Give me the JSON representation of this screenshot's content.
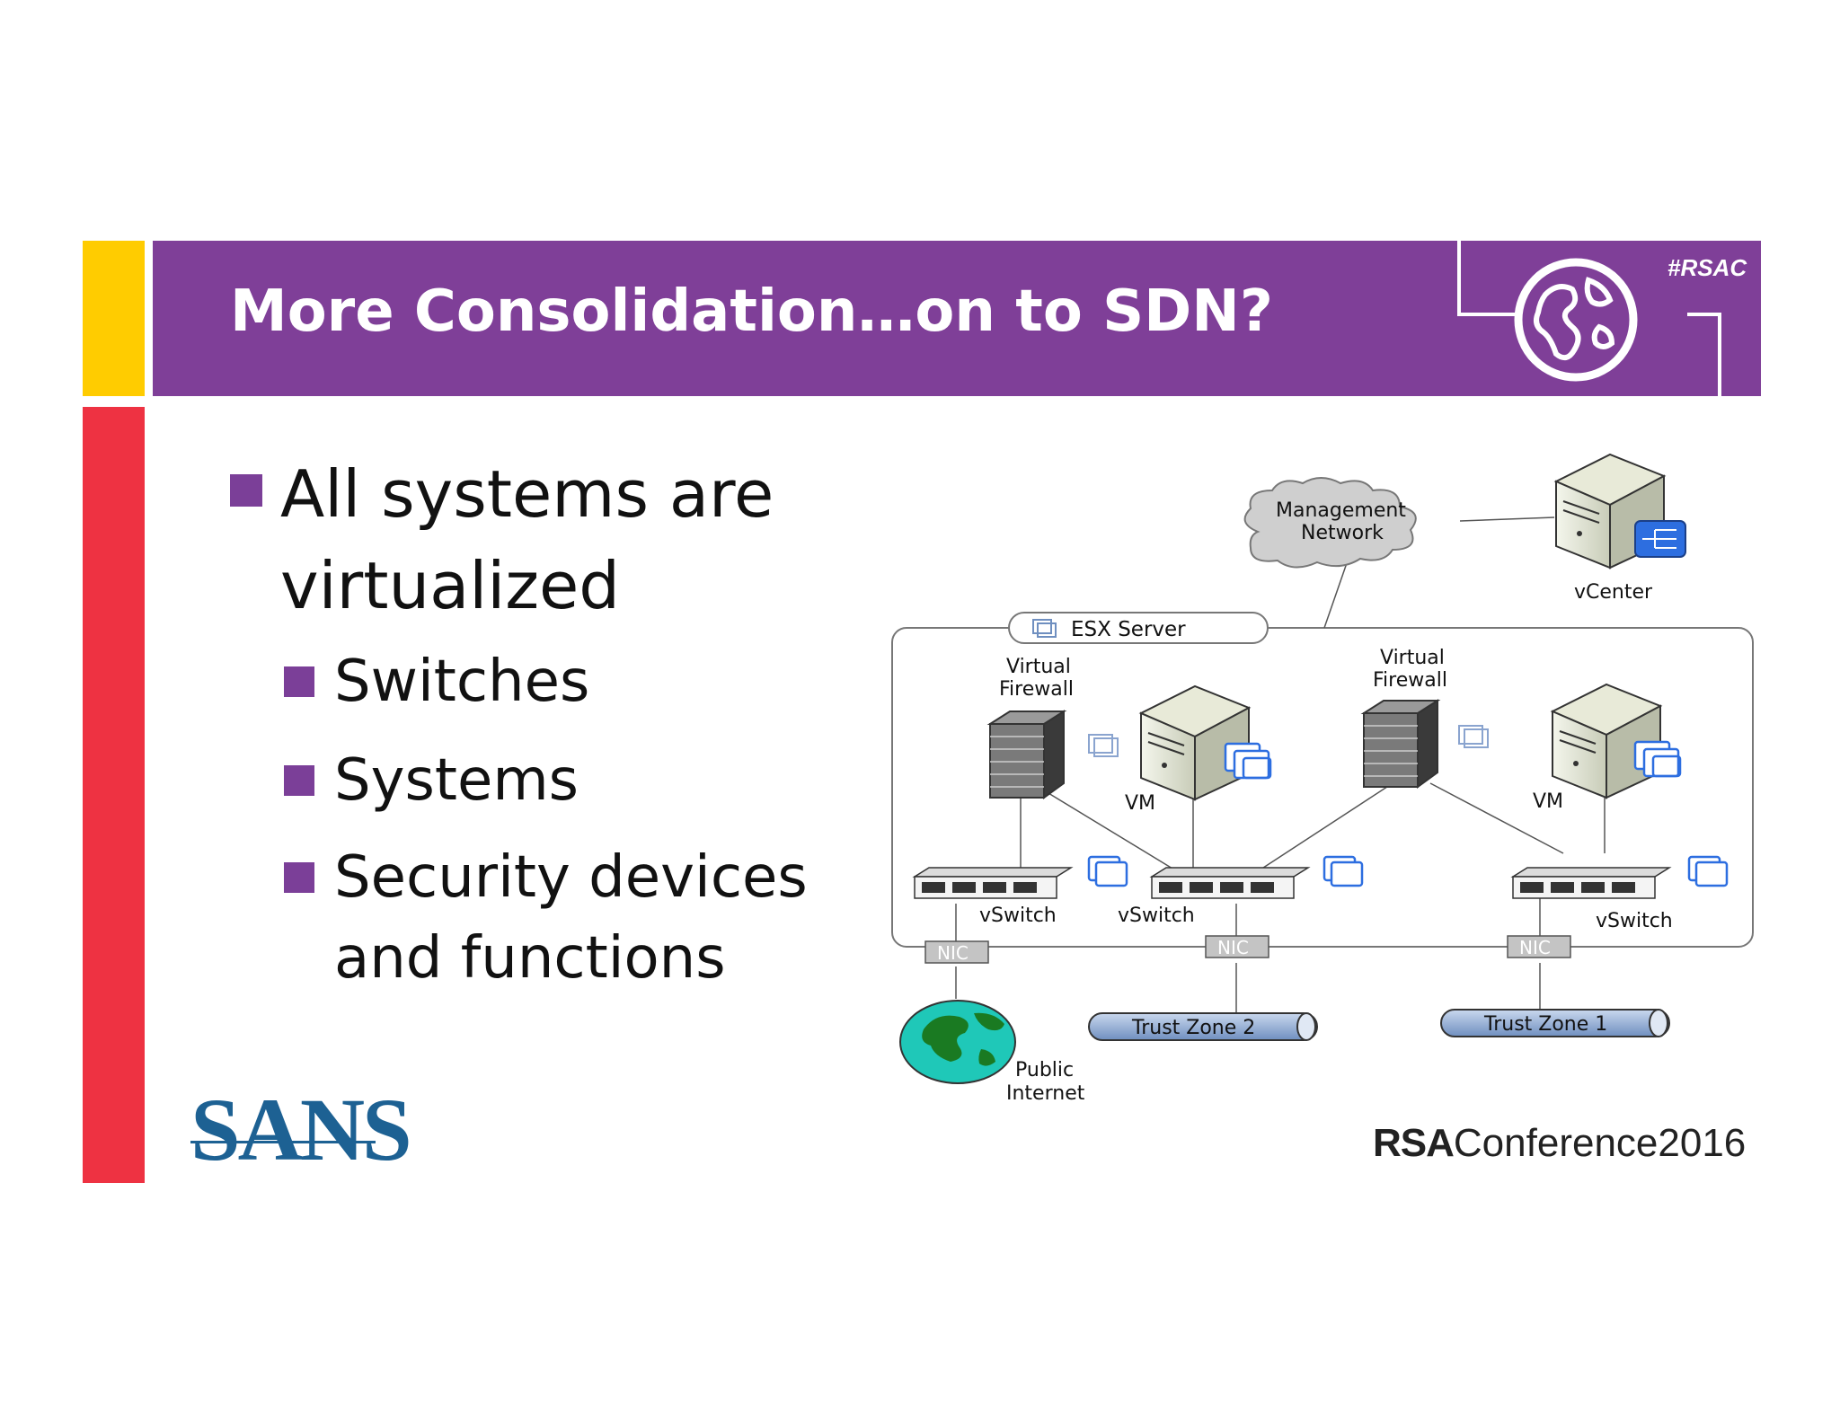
{
  "colors": {
    "header_purple": "#7f3f98",
    "accent_yellow": "#ffcc00",
    "accent_red": "#ee3242",
    "bullet_purple": "#7b3f98",
    "sans_blue": "#1d6193"
  },
  "header": {
    "title": "More Consolidation…on to SDN?",
    "tag": "#RSAC",
    "logo_icon": "globe-icon"
  },
  "bullets": {
    "main_line1": "All systems are",
    "main_line2": "virtualized",
    "subs": [
      "Switches",
      "Systems",
      "Security devices"
    ],
    "sub3_line2": "and functions"
  },
  "diagram": {
    "management_network": [
      "Management",
      "Network"
    ],
    "vcenter": "vCenter",
    "esx_server": "ESX Server",
    "virtual_firewall": [
      "Virtual",
      "Firewall"
    ],
    "vm": "VM",
    "vswitch": "vSwitch",
    "nic": "NIC",
    "trust_zone_2": "Trust Zone 2",
    "trust_zone_1": "Trust Zone 1",
    "public_internet": [
      "Public",
      "Internet"
    ]
  },
  "footer": {
    "sans_logo": "SANS",
    "rsa_prefix": "RSA",
    "rsa_suffix": "Conference2016"
  }
}
